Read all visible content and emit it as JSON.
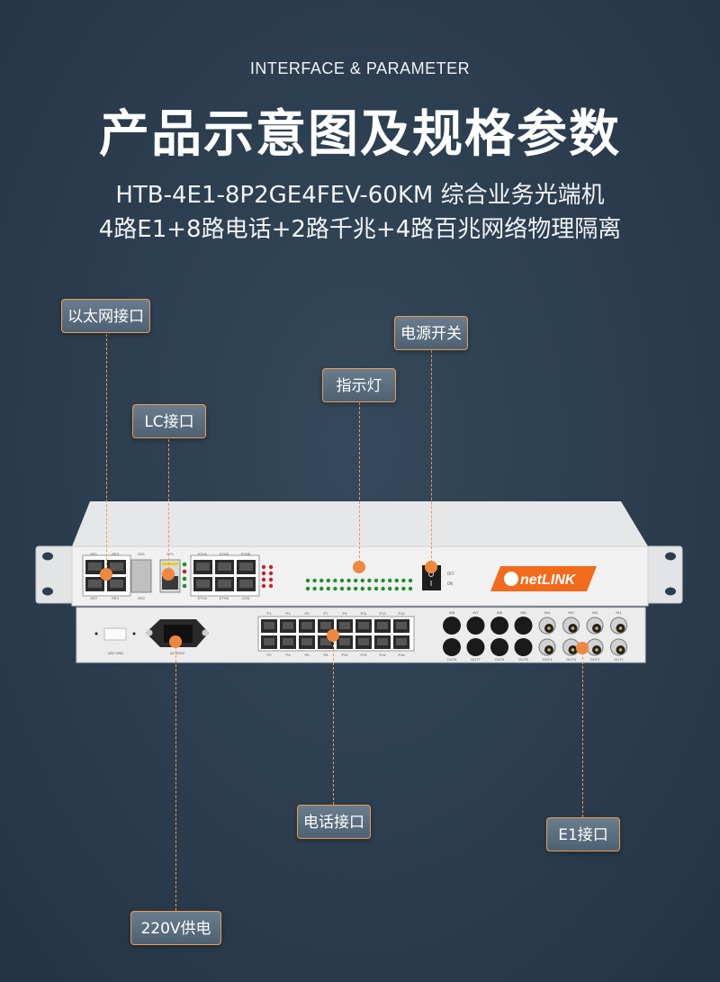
{
  "header": {
    "subtitle_en": "INTERFACE & PARAMETER",
    "title": "产品示意图及规格参数",
    "model_line": "HTB-4E1-8P2GE4FEV-60KM 综合业务光端机",
    "feature_line": "4路E1+8路电话+2路千兆+4路百兆网络物理隔离"
  },
  "callouts": {
    "ethernet": "以太网接口",
    "lc": "LC接口",
    "indicator": "指示灯",
    "power_switch": "电源开关",
    "phone": "电话接口",
    "e1": "E1接口",
    "power_220v": "220V供电"
  },
  "device": {
    "brand": "netLINK",
    "accent": "#f26a1b",
    "ge_top": [
      "GE1",
      "GE3",
      "GE1"
    ],
    "ge_bottom": [
      "GE2",
      "GE4",
      "GE2"
    ],
    "op_label": "OP1",
    "eth_top": [
      "ETH1",
      "ETH3",
      "ETH5"
    ],
    "eth_bottom": [
      "ETH2",
      "ETH4",
      "CON"
    ],
    "switch_off": "OFF",
    "switch_on": "ON",
    "gnd_label": "-48V GND",
    "ac_label": "AC-220V",
    "phone_top": [
      "P1",
      "P3",
      "P5",
      "P7",
      "P9",
      "P11",
      "P13",
      "P15"
    ],
    "phone_bottom": [
      "P2",
      "P4",
      "P6",
      "P8",
      "P10",
      "P12",
      "P14",
      "P16"
    ],
    "in_labels": [
      "IN8",
      "IN7",
      "IN6",
      "IN5",
      "IN4",
      "IN3",
      "IN2",
      "IN1"
    ],
    "out_labels": [
      "OUT8",
      "OUT7",
      "OUT6",
      "OUT5",
      "OUT4",
      "OUT3",
      "OUT2",
      "OUT1"
    ]
  }
}
